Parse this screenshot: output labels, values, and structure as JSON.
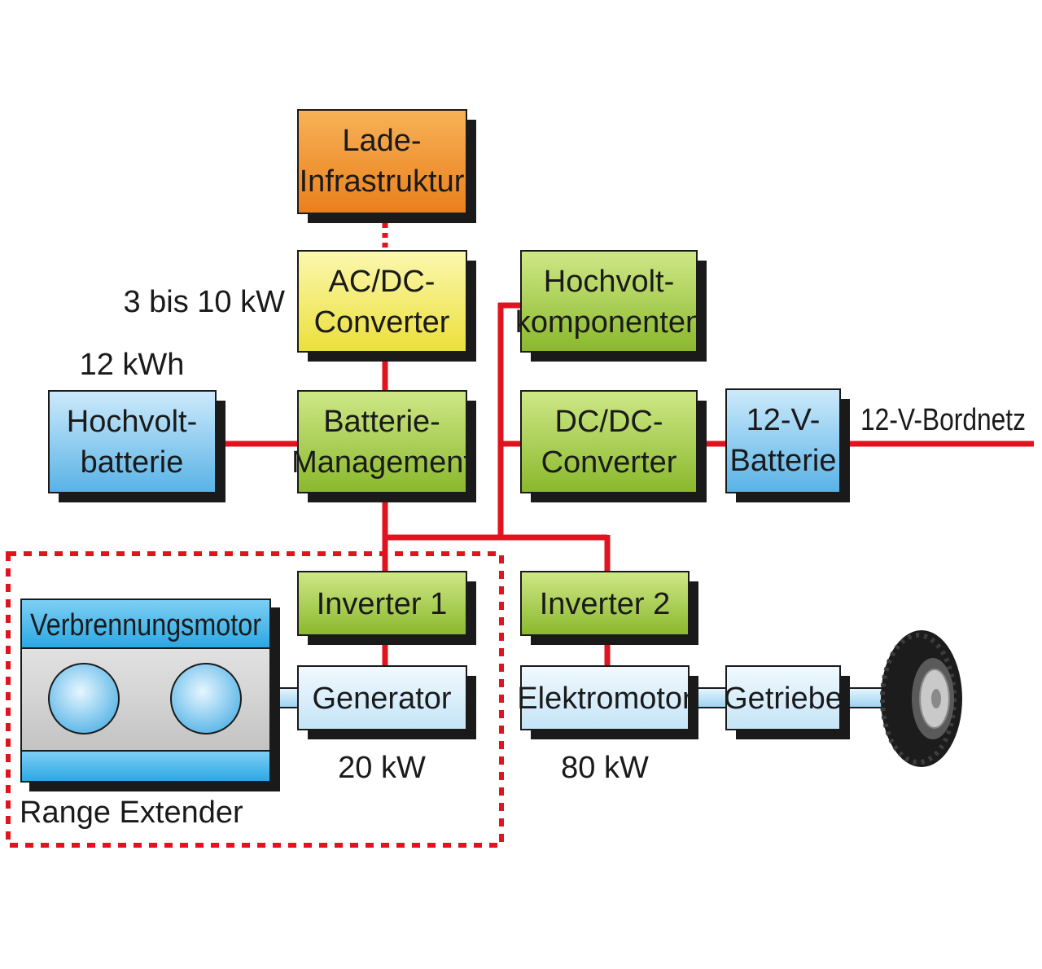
{
  "colors": {
    "line": "#e0141e",
    "orange_box": "#f0932f",
    "yellow_box": "#f3ec6a",
    "green_box": "#9cc93a",
    "blue_box": "#8fcbef",
    "light_blue_box": "#dbeffb",
    "engine_body": "#c9c9c9",
    "shadow": "#1a1a1a"
  },
  "boxes": {
    "lade": [
      "Lade-",
      "Infrastruktur"
    ],
    "acdc": [
      "AC/DC-",
      "Converter"
    ],
    "hvkomp": [
      "Hochvolt-",
      "komponenten"
    ],
    "batmgmt": [
      "Batterie-",
      "Management"
    ],
    "hvbat": [
      "Hochvolt-",
      "batterie"
    ],
    "dcdc": [
      "DC/DC-",
      "Converter"
    ],
    "bat12": [
      "12-V-",
      "Batterie"
    ],
    "inv1": [
      "Inverter 1"
    ],
    "inv2": [
      "Inverter 2"
    ],
    "generator": [
      "Generator"
    ],
    "elektromotor": [
      "Elektromotor"
    ],
    "getriebe": [
      "Getriebe"
    ]
  },
  "labels": {
    "power_acdc": "3 bis 10 kW",
    "capacity_hvbat": "12 kWh",
    "bordnetz": "12-V-Bordnetz",
    "power_generator": "20 kW",
    "power_elektromotor": "80 kW",
    "range_extender": "Range Extender",
    "verbrennungsmotor": "Verbrennungsmotor"
  },
  "icons": {
    "wheel": "tire-wheel-icon",
    "engine": "combustion-engine-icon"
  }
}
